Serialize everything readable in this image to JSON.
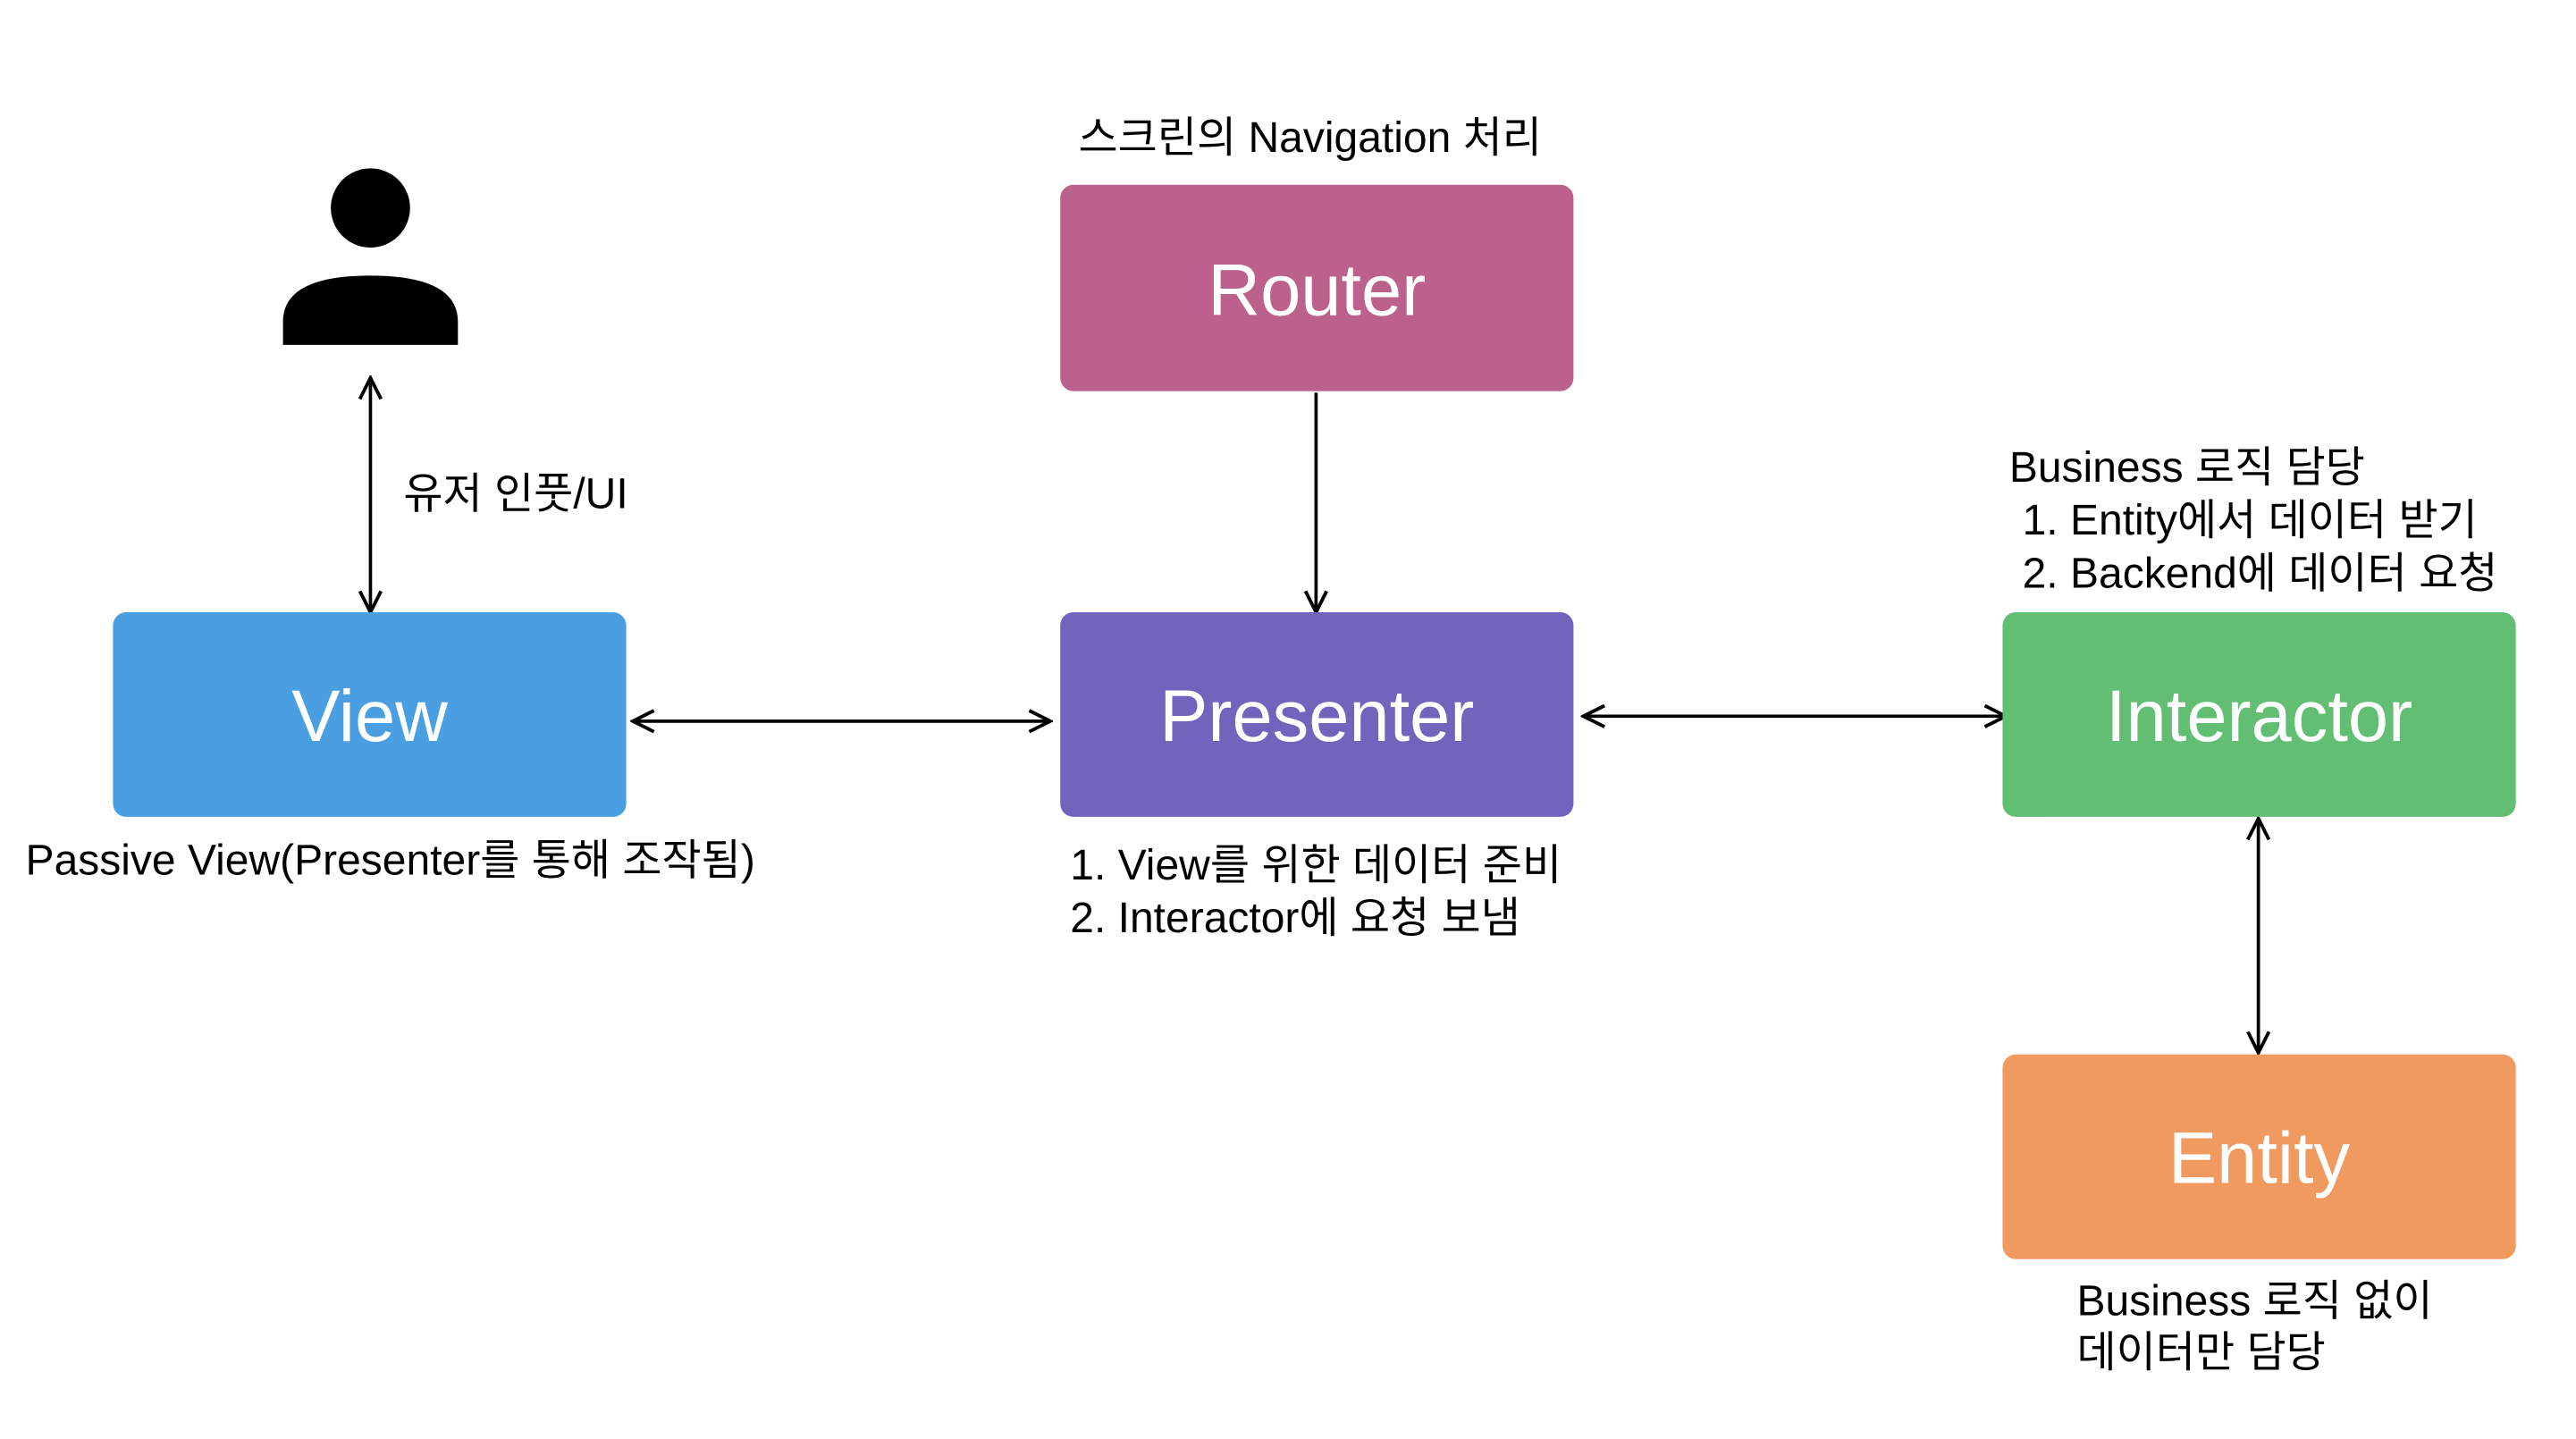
{
  "components": {
    "router": {
      "label": "Router",
      "color": "#BC618C"
    },
    "view": {
      "label": "View",
      "color": "#4A9FE2"
    },
    "presenter": {
      "label": "Presenter",
      "color": "#7263BD"
    },
    "interactor": {
      "label": "Interactor",
      "color": "#62BE72"
    },
    "entity": {
      "label": "Entity",
      "color": "#F19A60"
    }
  },
  "annotations": {
    "router_note": "스크린의 Navigation 처리",
    "user_input": "유저 인풋/UI",
    "view_note": "Passive View(Presenter를 통해 조작됨)",
    "presenter_notes": [
      "1. View를 위한 데이터 준비",
      "2. Interactor에 요청 보냄"
    ],
    "interactor_notes": [
      "Business 로직 담당",
      "1. Entity에서 데이터 받기",
      "2. Backend에 데이터 요청"
    ],
    "entity_notes": [
      "Business 로직 없이",
      "데이터만 담당"
    ]
  },
  "icons": {
    "user": "person-icon"
  }
}
